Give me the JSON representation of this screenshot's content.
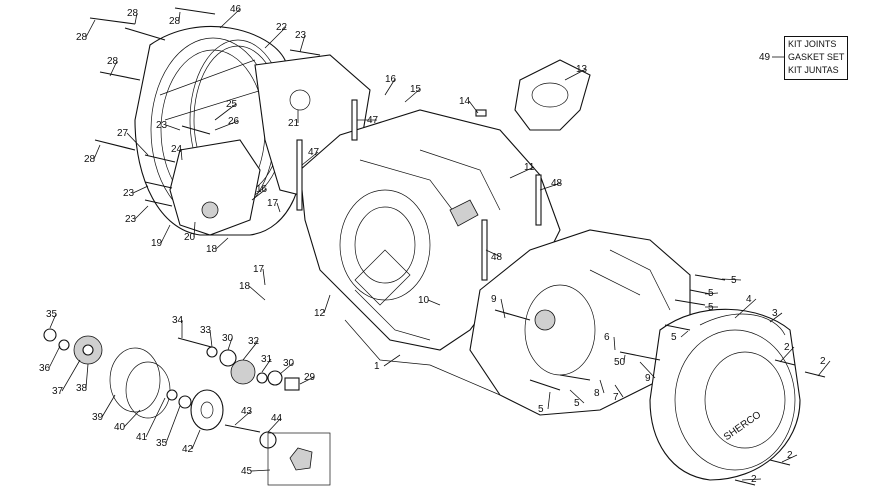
{
  "kit": {
    "number": "49",
    "lines": [
      "KIT JOINTS",
      "GASKET SET",
      "KIT JUNTAS"
    ]
  },
  "brand_mark": "SHERCO",
  "callouts": [
    "28",
    "28",
    "28",
    "28",
    "28",
    "46",
    "22",
    "23",
    "16",
    "15",
    "13",
    "14",
    "25",
    "26",
    "21",
    "47",
    "23",
    "27",
    "24",
    "23",
    "16",
    "17",
    "47",
    "11",
    "48",
    "23",
    "19",
    "20",
    "18",
    "17",
    "18",
    "12",
    "48",
    "10",
    "9",
    "5",
    "5",
    "5",
    "5",
    "4",
    "3",
    "2",
    "2",
    "35",
    "36",
    "37",
    "38",
    "39",
    "40",
    "41",
    "35",
    "42",
    "34",
    "33",
    "30",
    "32",
    "31",
    "30",
    "29",
    "43",
    "44",
    "45",
    "1",
    "6",
    "50",
    "8",
    "7",
    "9",
    "5",
    "5",
    "2",
    "2"
  ]
}
